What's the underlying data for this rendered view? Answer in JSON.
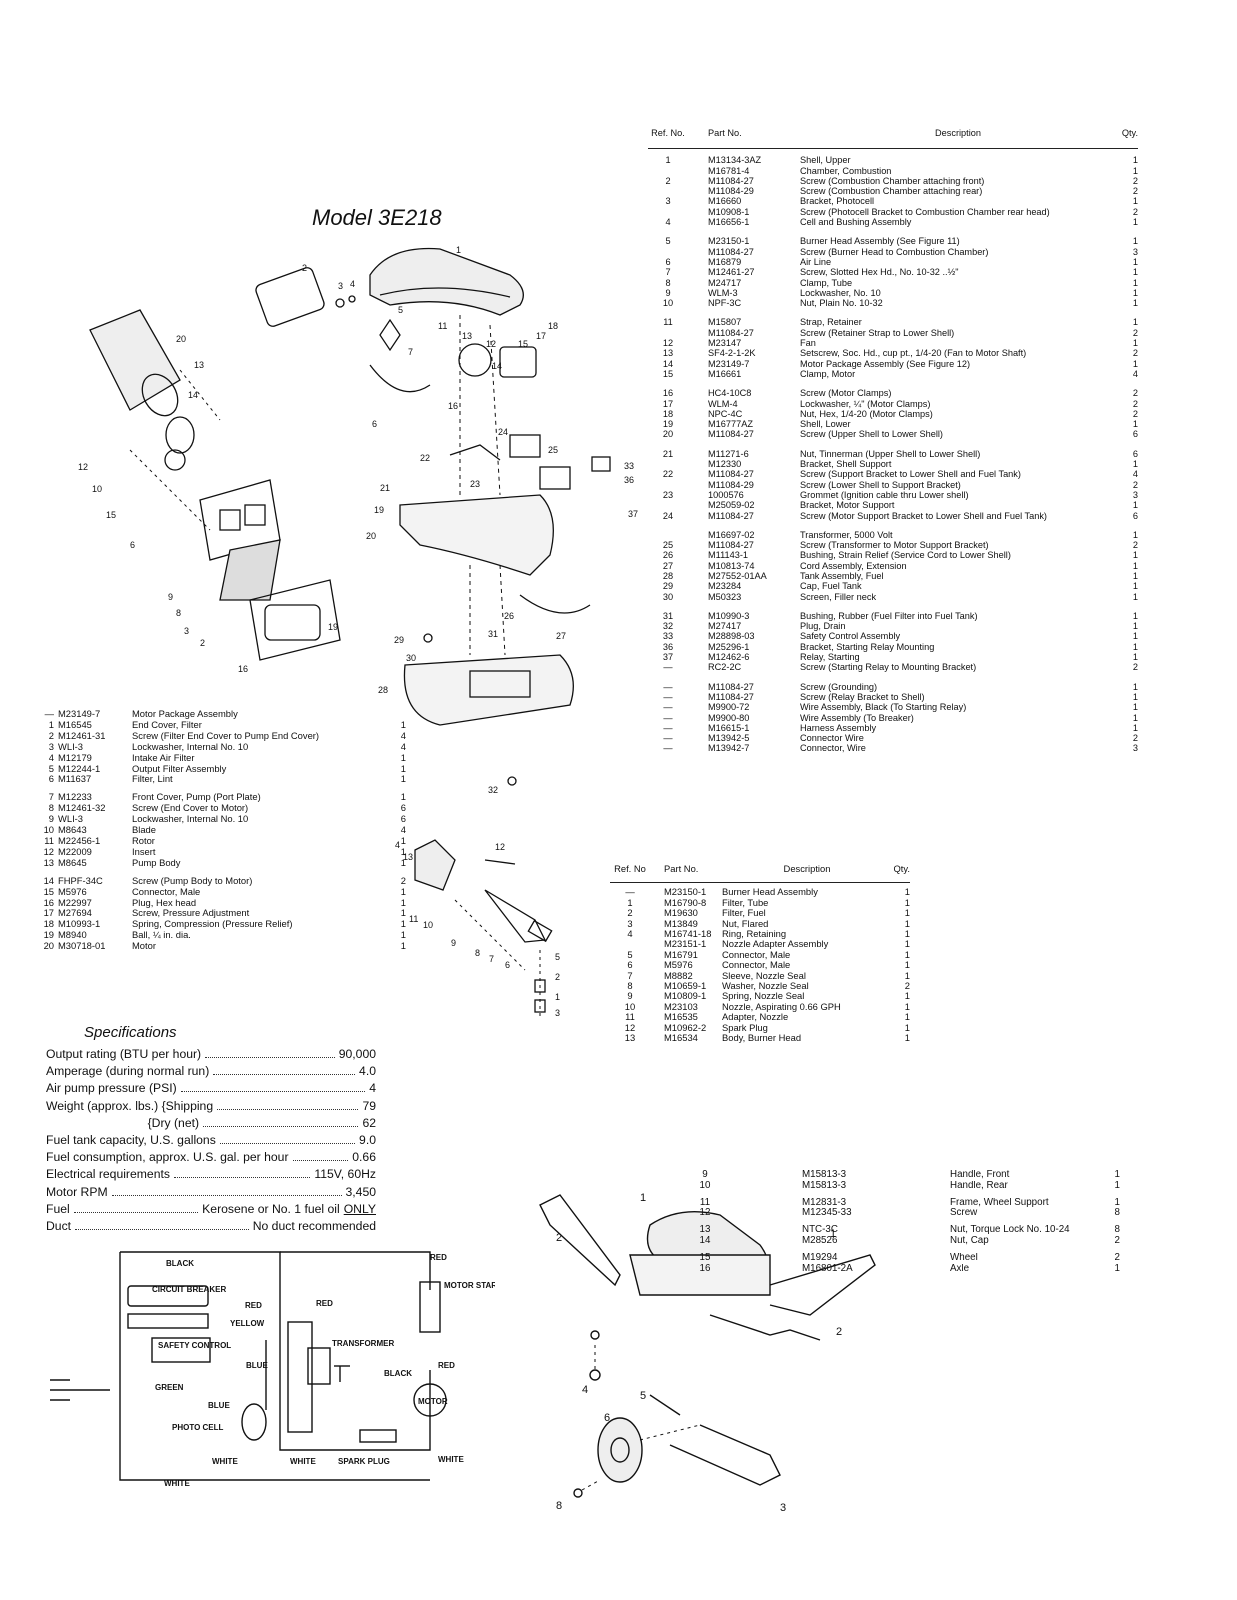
{
  "model_title": "Model 3E218",
  "parts_table": {
    "headers": {
      "ref": "Ref. No.",
      "part": "Part No.",
      "desc": "Description",
      "qty": "Qty."
    },
    "groups": [
      [
        {
          "ref": "1",
          "part": "M13134-3AZ",
          "desc": "Shell, Upper",
          "qty": "1"
        },
        {
          "ref": "",
          "part": "M16781-4",
          "desc": "Chamber, Combustion",
          "qty": "1"
        },
        {
          "ref": "2",
          "part": "M11084-27",
          "desc": "Screw (Combustion Chamber attaching front)",
          "qty": "2"
        },
        {
          "ref": "",
          "part": "M11084-29",
          "desc": "Screw (Combustion Chamber attaching rear)",
          "qty": "2"
        },
        {
          "ref": "3",
          "part": "M16660",
          "desc": "Bracket, Photocell",
          "qty": "1"
        },
        {
          "ref": "",
          "part": "M10908-1",
          "desc": "Screw (Photocell Bracket to Combustion Chamber rear head)",
          "qty": "2"
        },
        {
          "ref": "4",
          "part": "M16656-1",
          "desc": "Cell and Bushing Assembly",
          "qty": "1"
        }
      ],
      [
        {
          "ref": "5",
          "part": "M23150-1",
          "desc": "Burner Head Assembly (See Figure 11)",
          "qty": "1"
        },
        {
          "ref": "",
          "part": "M11084-27",
          "desc": "Screw (Burner Head to Combustion Chamber)",
          "qty": "3"
        },
        {
          "ref": "6",
          "part": "M16879",
          "desc": "Air Line",
          "qty": "1"
        },
        {
          "ref": "7",
          "part": "M12461-27",
          "desc": "Screw, Slotted Hex Hd., No. 10-32 ..½\"",
          "qty": "1"
        },
        {
          "ref": "8",
          "part": "M24717",
          "desc": "Clamp, Tube",
          "qty": "1"
        },
        {
          "ref": "9",
          "part": "WLM-3",
          "desc": "Lockwasher, No. 10",
          "qty": "1"
        },
        {
          "ref": "10",
          "part": "NPF-3C",
          "desc": "Nut, Plain No. 10-32",
          "qty": "1"
        }
      ],
      [
        {
          "ref": "11",
          "part": "M15807",
          "desc": "Strap, Retainer",
          "qty": "1"
        },
        {
          "ref": "",
          "part": "M11084-27",
          "desc": "Screw (Retainer Strap to Lower Shell)",
          "qty": "2"
        },
        {
          "ref": "12",
          "part": "M23147",
          "desc": "Fan",
          "qty": "1"
        },
        {
          "ref": "13",
          "part": "SF4-2-1-2K",
          "desc": "Setscrew, Soc. Hd., cup pt., 1/4-20 (Fan to Motor Shaft)",
          "qty": "2"
        },
        {
          "ref": "14",
          "part": "M23149-7",
          "desc": "Motor Package Assembly (See Figure 12)",
          "qty": "1"
        },
        {
          "ref": "15",
          "part": "M16661",
          "desc": "Clamp, Motor",
          "qty": "4"
        }
      ],
      [
        {
          "ref": "16",
          "part": "HC4-10C8",
          "desc": "Screw (Motor Clamps)",
          "qty": "2"
        },
        {
          "ref": "17",
          "part": "WLM-4",
          "desc": "Lockwasher, ¼\" (Motor Clamps)",
          "qty": "2"
        },
        {
          "ref": "18",
          "part": "NPC-4C",
          "desc": "Nut, Hex, 1/4-20 (Motor Clamps)",
          "qty": "2"
        },
        {
          "ref": "19",
          "part": "M16777AZ",
          "desc": "Shell, Lower",
          "qty": "1"
        },
        {
          "ref": "20",
          "part": "M11084-27",
          "desc": "Screw (Upper Shell to Lower Shell)",
          "qty": "6"
        }
      ],
      [
        {
          "ref": "21",
          "part": "M11271-6",
          "desc": "Nut, Tinnerman (Upper Shell to Lower Shell)",
          "qty": "6"
        },
        {
          "ref": "",
          "part": "M12330",
          "desc": "Bracket, Shell Support",
          "qty": "1"
        },
        {
          "ref": "22",
          "part": "M11084-27",
          "desc": "Screw (Support Bracket to Lower Shell and Fuel Tank)",
          "qty": "4"
        },
        {
          "ref": "",
          "part": "M11084-29",
          "desc": "Screw (Lower Shell to Support Bracket)",
          "qty": "2"
        },
        {
          "ref": "23",
          "part": "1000576",
          "desc": "Grommet (Ignition cable thru Lower shell)",
          "qty": "3"
        },
        {
          "ref": "",
          "part": "M25059-02",
          "desc": "Bracket, Motor Support",
          "qty": "1"
        },
        {
          "ref": "24",
          "part": "M11084-27",
          "desc": "Screw (Motor Support Bracket to Lower Shell and Fuel Tank)",
          "qty": "6"
        }
      ],
      [
        {
          "ref": "",
          "part": "M16697-02",
          "desc": "Transformer, 5000 Volt",
          "qty": "1"
        },
        {
          "ref": "25",
          "part": "M11084-27",
          "desc": "Screw (Transformer to Motor Support Bracket)",
          "qty": "2"
        },
        {
          "ref": "26",
          "part": "M11143-1",
          "desc": "Bushing, Strain Relief (Service Cord to Lower Shell)",
          "qty": "1"
        },
        {
          "ref": "27",
          "part": "M10813-74",
          "desc": "Cord Assembly, Extension",
          "qty": "1"
        },
        {
          "ref": "28",
          "part": "M27552-01AA",
          "desc": "Tank Assembly, Fuel",
          "qty": "1"
        },
        {
          "ref": "29",
          "part": "M23284",
          "desc": "Cap, Fuel Tank",
          "qty": "1"
        },
        {
          "ref": "30",
          "part": "M50323",
          "desc": "Screen, Filler neck",
          "qty": "1"
        }
      ],
      [
        {
          "ref": "31",
          "part": "M10990-3",
          "desc": "Bushing, Rubber (Fuel Filter into Fuel Tank)",
          "qty": "1"
        },
        {
          "ref": "32",
          "part": "M27417",
          "desc": "Plug, Drain",
          "qty": "1"
        },
        {
          "ref": "33",
          "part": "M28898-03",
          "desc": "Safety Control Assembly",
          "qty": "1"
        },
        {
          "ref": "36",
          "part": "M25296-1",
          "desc": "Bracket, Starting Relay Mounting",
          "qty": "1"
        },
        {
          "ref": "37",
          "part": "M12462-6",
          "desc": "Relay, Starting",
          "qty": "1"
        },
        {
          "ref": "—",
          "part": "RC2-2C",
          "desc": "Screw (Starting Relay to Mounting Bracket)",
          "qty": "2"
        }
      ],
      [
        {
          "ref": "—",
          "part": "M11084-27",
          "desc": "Screw (Grounding)",
          "qty": "1"
        },
        {
          "ref": "—",
          "part": "M11084-27",
          "desc": "Screw (Relay Bracket to Shell)",
          "qty": "1"
        },
        {
          "ref": "—",
          "part": "M9900-72",
          "desc": "Wire Assembly, Black (To Starting Relay)",
          "qty": "1"
        },
        {
          "ref": "—",
          "part": "M9900-80",
          "desc": "Wire Assembly (To Breaker)",
          "qty": "1"
        },
        {
          "ref": "—",
          "part": "M16615-1",
          "desc": "Harness Assembly",
          "qty": "1"
        },
        {
          "ref": "—",
          "part": "M13942-5",
          "desc": "Connector Wire",
          "qty": "2"
        },
        {
          "ref": "—",
          "part": "M13942-7",
          "desc": "Connector, Wire",
          "qty": "3"
        }
      ]
    ]
  },
  "motor_list": [
    [
      {
        "ref": "—",
        "part": "M23149-7",
        "desc": "Motor Package Assembly",
        "qty": ""
      },
      {
        "ref": "1",
        "part": "M16545",
        "desc": "End Cover, Filter",
        "qty": "1"
      },
      {
        "ref": "2",
        "part": "M12461-31",
        "desc": "Screw (Filter End Cover to Pump End Cover)",
        "qty": "4"
      },
      {
        "ref": "3",
        "part": "WLI-3",
        "desc": "Lockwasher, Internal No. 10",
        "qty": "4"
      },
      {
        "ref": "4",
        "part": "M12179",
        "desc": "Intake Air Filter",
        "qty": "1"
      },
      {
        "ref": "5",
        "part": "M12244-1",
        "desc": "Output Filter Assembly",
        "qty": "1"
      },
      {
        "ref": "6",
        "part": "M11637",
        "desc": "Filter, Lint",
        "qty": "1"
      }
    ],
    [
      {
        "ref": "7",
        "part": "M12233",
        "desc": "Front Cover, Pump (Port Plate)",
        "qty": "1"
      },
      {
        "ref": "8",
        "part": "M12461-32",
        "desc": "Screw (End Cover to Motor)",
        "qty": "6"
      },
      {
        "ref": "9",
        "part": "WLI-3",
        "desc": "Lockwasher, Internal No. 10",
        "qty": "6"
      },
      {
        "ref": "10",
        "part": "M8643",
        "desc": "Blade",
        "qty": "4"
      },
      {
        "ref": "11",
        "part": "M22456-1",
        "desc": "Rotor",
        "qty": "1"
      },
      {
        "ref": "12",
        "part": "M22009",
        "desc": "Insert",
        "qty": "1"
      },
      {
        "ref": "13",
        "part": "M8645",
        "desc": "Pump Body",
        "qty": "1"
      }
    ],
    [
      {
        "ref": "14",
        "part": "FHPF-34C",
        "desc": "Screw (Pump Body to Motor)",
        "qty": "2"
      },
      {
        "ref": "15",
        "part": "M5976",
        "desc": "Connector, Male",
        "qty": "1"
      },
      {
        "ref": "16",
        "part": "M22997",
        "desc": "Plug, Hex head",
        "qty": "1"
      },
      {
        "ref": "17",
        "part": "M27694",
        "desc": "Screw, Pressure Adjustment",
        "qty": "1"
      },
      {
        "ref": "18",
        "part": "M10993-1",
        "desc": "Spring, Compression (Pressure Relief)",
        "qty": "1"
      },
      {
        "ref": "19",
        "part": "M8940",
        "desc": "Ball, ¼ in. dia.",
        "qty": "1"
      },
      {
        "ref": "20",
        "part": "M30718-01",
        "desc": "Motor",
        "qty": "1"
      }
    ]
  ],
  "burner_list": {
    "headers": {
      "ref": "Ref. No",
      "part": "Part No.",
      "desc": "Description",
      "qty": "Qty."
    },
    "rows": [
      {
        "ref": "—",
        "part": "M23150-1",
        "desc": "Burner Head Assembly",
        "qty": "1"
      },
      {
        "ref": "1",
        "part": "M16790-8",
        "desc": "Filter, Tube",
        "qty": "1"
      },
      {
        "ref": "2",
        "part": "M19630",
        "desc": "Filter, Fuel",
        "qty": "1"
      },
      {
        "ref": "3",
        "part": "M13849",
        "desc": "Nut, Flared",
        "qty": "1"
      },
      {
        "ref": "4",
        "part": "M16741-18",
        "desc": "Ring, Retaining",
        "qty": "1"
      },
      {
        "ref": "",
        "part": "M23151-1",
        "desc": "Nozzle Adapter Assembly",
        "qty": "1"
      },
      {
        "ref": "5",
        "part": "M16791",
        "desc": "Connector, Male",
        "qty": "1"
      },
      {
        "ref": "6",
        "part": "M5976",
        "desc": "Connector, Male",
        "qty": "1"
      },
      {
        "ref": "7",
        "part": "M8882",
        "desc": "Sleeve, Nozzle Seal",
        "qty": "1"
      },
      {
        "ref": "8",
        "part": "M10659-1",
        "desc": "Washer, Nozzle Seal",
        "qty": "2"
      },
      {
        "ref": "9",
        "part": "M10809-1",
        "desc": "Spring, Nozzle Seal",
        "qty": "1"
      },
      {
        "ref": "10",
        "part": "M23103",
        "desc": "Nozzle, Aspirating 0.66 GPH",
        "qty": "1"
      },
      {
        "ref": "11",
        "part": "M16535",
        "desc": "Adapter, Nozzle",
        "qty": "1"
      },
      {
        "ref": "12",
        "part": "M10962-2",
        "desc": "Spark Plug",
        "qty": "1"
      },
      {
        "ref": "13",
        "part": "M16534",
        "desc": "Body, Burner Head",
        "qty": "1"
      }
    ]
  },
  "specifications": {
    "title": "Specifications",
    "rows": [
      {
        "label": "Output rating (BTU per hour)",
        "value": "90,000"
      },
      {
        "label": "Amperage (during normal run)",
        "value": "4.0"
      },
      {
        "label": "Air pump pressure (PSI)",
        "value": "4"
      },
      {
        "label": "Weight (approx. lbs.) {Shipping",
        "value": "79"
      },
      {
        "label": "                              {Dry (net)",
        "value": "62"
      },
      {
        "label": "Fuel tank capacity, U.S. gallons",
        "value": "9.0"
      },
      {
        "label": "Fuel consumption, approx. U.S. gal. per hour",
        "value": "0.66"
      },
      {
        "label": "Electrical requirements",
        "value": "115V, 60Hz"
      },
      {
        "label": "Motor RPM",
        "value": "3,450"
      },
      {
        "label": "Fuel",
        "value": "Kerosene or No. 1 fuel oil",
        "value2": "ONLY"
      },
      {
        "label": "Duct",
        "value": "No duct recommended"
      }
    ]
  },
  "handle_list": [
    [
      {
        "ref": "9",
        "part": "M15813-3",
        "desc": "Handle, Front",
        "qty": "1"
      },
      {
        "ref": "10",
        "part": "M15813-3",
        "desc": "Handle, Rear",
        "qty": "1"
      }
    ],
    [
      {
        "ref": "11",
        "part": "M12831-3",
        "desc": "Frame, Wheel Support",
        "qty": "1"
      },
      {
        "ref": "12",
        "part": "M12345-33",
        "desc": "Screw",
        "qty": "8"
      }
    ],
    [
      {
        "ref": "13",
        "part": "NTC-3C",
        "desc": "Nut, Torque Lock No. 10-24",
        "qty": "8"
      },
      {
        "ref": "14",
        "part": "M28526",
        "desc": "Nut, Cap",
        "qty": "2"
      }
    ],
    [
      {
        "ref": "15",
        "part": "M19294",
        "desc": "Wheel",
        "qty": "2"
      },
      {
        "ref": "16",
        "part": "M16801-2A",
        "desc": "Axle",
        "qty": "1"
      }
    ]
  ],
  "wiring_labels": {
    "black": "BLACK",
    "circuit_breaker": "CIRCUIT BREAKER",
    "red": "RED",
    "yellow": "YELLOW",
    "safety_control": "SAFETY CONTROL",
    "blue": "BLUE",
    "green": "GREEN",
    "photo_cell": "PHOTO CELL",
    "white": "WHITE",
    "transformer": "TRANSFORMER",
    "spark_plug": "SPARK PLUG",
    "motor_start_relay": "MOTOR START RELAY",
    "motor": "MOTOR"
  },
  "callouts": {
    "main": [
      "1",
      "2",
      "3",
      "4",
      "5",
      "6",
      "7",
      "8",
      "9",
      "10",
      "11",
      "12",
      "13",
      "14",
      "15",
      "16",
      "17",
      "18",
      "19",
      "20",
      "21",
      "22",
      "23",
      "24",
      "25",
      "26",
      "27",
      "28",
      "29",
      "30",
      "31",
      "32",
      "33",
      "36",
      "37"
    ],
    "burner": [
      "1",
      "2",
      "3",
      "4",
      "5",
      "6",
      "7",
      "8",
      "9",
      "10",
      "11",
      "12",
      "13"
    ],
    "cart": [
      "1",
      "2",
      "3",
      "4",
      "5",
      "6",
      "8"
    ]
  }
}
